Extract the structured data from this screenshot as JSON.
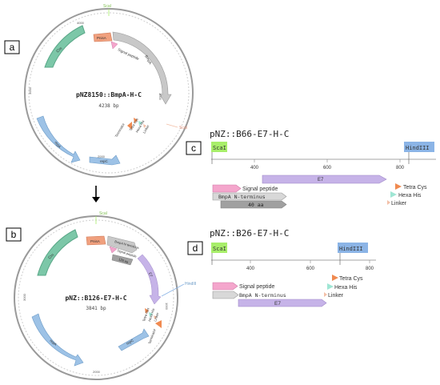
{
  "panel_letters": {
    "a": "a",
    "b": "b",
    "c": "c",
    "d": "d"
  },
  "plasmid_a": {
    "name": "pNZ8150::BmpA-H-C",
    "size": "4238 bp",
    "ticks": [
      "4000",
      "1000",
      "2000",
      "3000"
    ],
    "features": {
      "cm": "Cm",
      "pnisa": "PnisA",
      "bmpa": "BmpA",
      "signal": "Signal peptide",
      "tetra": "Tetra Cys",
      "hexa": "Hexa His",
      "linker": "Linker",
      "terminator": "Terminator",
      "repc": "repC",
      "repa": "repA"
    },
    "site": "ScaI"
  },
  "plasmid_b": {
    "name": "pNZ::B126-E7-H-C",
    "size": "3841 bp",
    "ticks": [
      "3000",
      "1000",
      "2000"
    ],
    "features": {
      "cm": "Cm",
      "pnisa": "PnisA",
      "bmpa_n": "BmpA N-terminus",
      "signal": "Signal peptide",
      "aa": "126 aa",
      "e7": "E7",
      "tetra": "Tetra Cys",
      "hexa": "Hexa His",
      "linker": "Linker",
      "terminator": "Terminator",
      "repc": "repC",
      "repa": "repA"
    },
    "sites": {
      "scai": "ScaI",
      "hindiii": "HindIII"
    }
  },
  "map_c": {
    "title": "pNZ::B66-E7-H-C",
    "scai": "ScaI",
    "hindiii": "HindIII",
    "ticks": [
      "400",
      "600",
      "800"
    ],
    "e7": "E7",
    "signal": "Signal peptide",
    "bmpa_n": "BmpA N-terminus",
    "aa": "40 aa",
    "tetra": "Tetra Cys",
    "hexa": "Hexa His",
    "linker": "Linker"
  },
  "map_d": {
    "title": "pNZ::B26-E7-H-C",
    "scai": "ScaI",
    "hindiii": "HindIII",
    "ticks": [
      "400",
      "600",
      "800"
    ],
    "signal": "Signal peptide",
    "bmpa_n": "BmpA N-terminus",
    "e7": "E7",
    "tetra": "Tetra Cys",
    "hexa": "Hexa His",
    "linker": "Linker"
  },
  "colors": {
    "cm": "#7cc7a8",
    "pnisa": "#f0a07e",
    "signal": "#f4a6cc",
    "bmpa": "#c8c8c8",
    "e7": "#c6b3e8",
    "repc": "#9dc2e6",
    "tetra": "#f08a50",
    "hexa": "#9fe6d4",
    "linker": "#f3c0a8",
    "scai": "#a8ee6a",
    "hindiii": "#8bb4e6"
  }
}
